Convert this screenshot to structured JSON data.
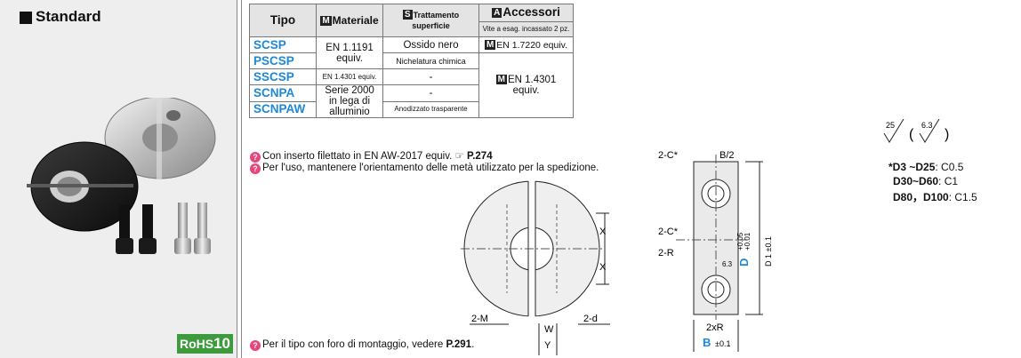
{
  "left": {
    "title": "Standard",
    "rohs": {
      "text": "RoHS",
      "number": "10"
    }
  },
  "table": {
    "headers": {
      "tipo": "Tipo",
      "materiale": "Materiale",
      "trattamento": "Trattamento superficie",
      "accessori": "Accessori",
      "accessori_sub": "Vite a esag. incassato 2 pz."
    },
    "marks": {
      "materiale": "M",
      "trattamento": "S",
      "accessori": "A",
      "accessori_row": "M"
    },
    "rows": [
      {
        "type": "SCSP",
        "treatment": "Ossido nero",
        "accessory": "EN 1.7220 equiv."
      },
      {
        "type": "PSCSP",
        "treatment": "Nichelatura chimica"
      },
      {
        "type": "SSCSP",
        "material": "EN 1.4301 equiv.",
        "treatment": "-"
      },
      {
        "type": "SCNPA",
        "treatment": "-"
      },
      {
        "type": "SCNPAW",
        "treatment": "Anodizzato trasparente"
      }
    ],
    "material_group_1": "EN 1.1191 equiv.",
    "material_group_2": "Serie 2000 in lega di alluminio",
    "accessory_group_2": "EN 1.4301 equiv."
  },
  "notes": {
    "note1": "Con inserto filettato in EN AW-2017 equiv.",
    "note1_ref": "P.274",
    "note2": "Per l'uso, mantenere l'orientamento delle metà utilizzato per la spedizione.",
    "note3": "Per il tipo con foro di montaggio, vedere",
    "note3_ref": "P.291"
  },
  "drawing": {
    "labels": {
      "x": "X",
      "m": "2-M",
      "d": "2-d",
      "w": "W",
      "y": "Y",
      "c_top": "2-C*",
      "b_half": "B/2",
      "c_mid": "2-C*",
      "r": "2-R",
      "d_tol_upper": "+0.05",
      "d_tol_lower": "+0.01",
      "d1": "D 1 ±0.1",
      "d_letter": "D",
      "roughness_small": "6.3",
      "xr": "2xR",
      "b": "B",
      "b_tol": "±0.1"
    }
  },
  "surface": {
    "a": "25",
    "b": "6.3"
  },
  "chamfers": [
    {
      "range": "*D3 ~D25",
      "value": ": C0.5"
    },
    {
      "range": "D30~D60",
      "value": ": C1"
    },
    {
      "range": "D80，D100",
      "value": ": C1.5"
    }
  ]
}
